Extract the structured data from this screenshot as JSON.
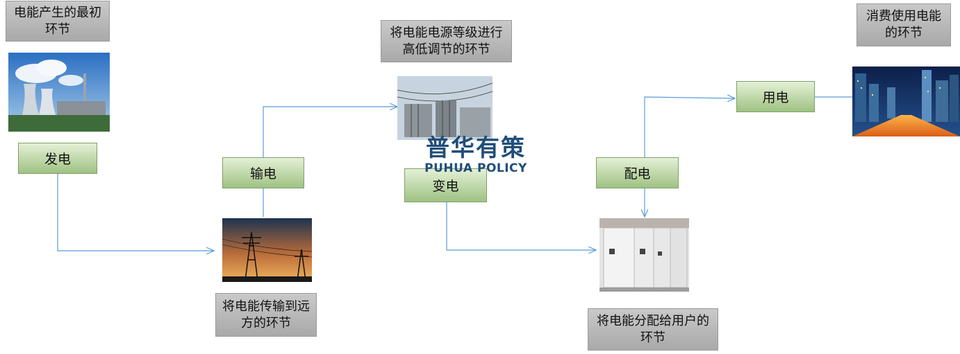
{
  "notes": {
    "generation": "电能产生的最初环节",
    "transmission": "将电能传输到远方的环节",
    "transformation": "将电能电源等级进行高低调节的环节",
    "distribution": "将电能分配给用户的环节",
    "consumption": "消费使用电能的环节"
  },
  "stages": {
    "generation": "发电",
    "transmission": "输电",
    "transformation": "变电",
    "distribution": "配电",
    "consumption": "用电"
  },
  "watermark": {
    "chinese": "普华有策",
    "english": "PUHUA POLICY"
  },
  "colors": {
    "connector": "#5b9bd5",
    "stage_fill": "#b5d39b",
    "note_fill": "#bdbdbd",
    "logo": "#1f4e79"
  }
}
